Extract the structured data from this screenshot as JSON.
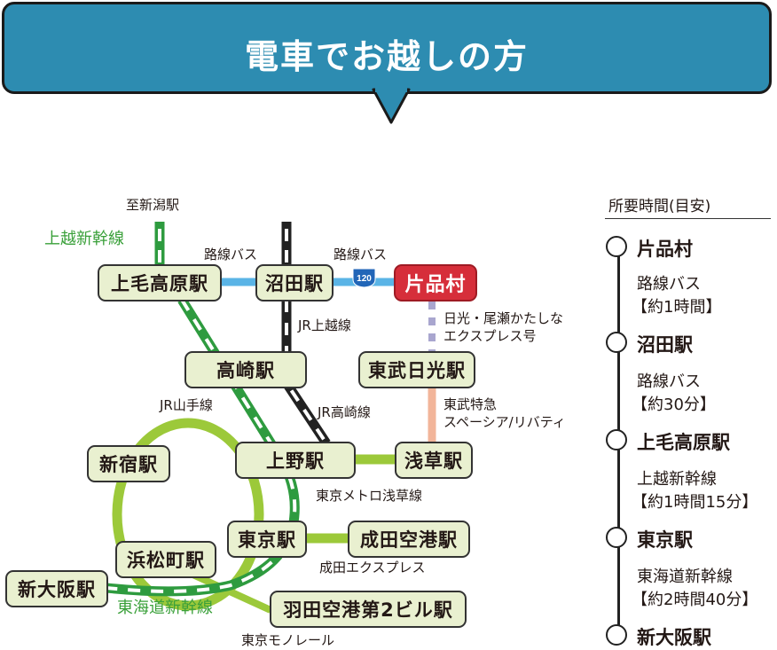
{
  "header": {
    "title": "電車でお越しの方"
  },
  "map": {
    "stations": {
      "kamimoku": "上毛高原駅",
      "numata": "沼田駅",
      "katashina": "片品村",
      "takasaki": "高崎駅",
      "tobu_nikko": "東武日光駅",
      "shinjuku": "新宿駅",
      "ueno": "上野駅",
      "asakusa": "浅草駅",
      "tokyo": "東京駅",
      "narita": "成田空港駅",
      "hamamatsucho": "浜松町駅",
      "shin_osaka": "新大阪駅",
      "haneda": "羽田空港第2ビル駅"
    },
    "labels": {
      "to_niigata": "至新潟駅",
      "joetsu_shinkansen": "上越新幹線",
      "bus_1": "路線バス",
      "bus_2": "路線バス",
      "route_number": "120",
      "jr_joetsu": "JR上越線",
      "nikko_express_1": "日光・尾瀬かたしな",
      "nikko_express_2": "エクスプレス号",
      "tobu_limited_1": "東武特急",
      "tobu_limited_2": "スペーシア/リバティ",
      "jr_yamanote": "JR山手線",
      "jr_takasaki": "JR高崎線",
      "metro_asakusa": "東京メトロ浅草線",
      "narita_express": "成田エクスプレス",
      "tokaido_shinkansen": "東海道新幹線",
      "tokyo_monorail": "東京モノレール"
    },
    "colors": {
      "shinkansen": "#2e9b3f",
      "jr_line": "#222222",
      "bus": "#5ab4e6",
      "yamanote": "#9cc93a",
      "nikko_express": "#a9a6cf",
      "tobu": "#f2b59a",
      "destination": "#d62e3a"
    }
  },
  "timeline": {
    "title": "所要時間(目安)",
    "stops": [
      "片品村",
      "沼田駅",
      "上毛高原駅",
      "東京駅",
      "新大阪駅"
    ],
    "segments": [
      {
        "line": "路線バス",
        "time": "【約1時間】"
      },
      {
        "line": "路線バス",
        "time": "【約30分】"
      },
      {
        "line": "上越新幹線",
        "time": "【約1時間15分】"
      },
      {
        "line": "東海道新幹線",
        "time": "【約2時間40分】"
      }
    ]
  }
}
